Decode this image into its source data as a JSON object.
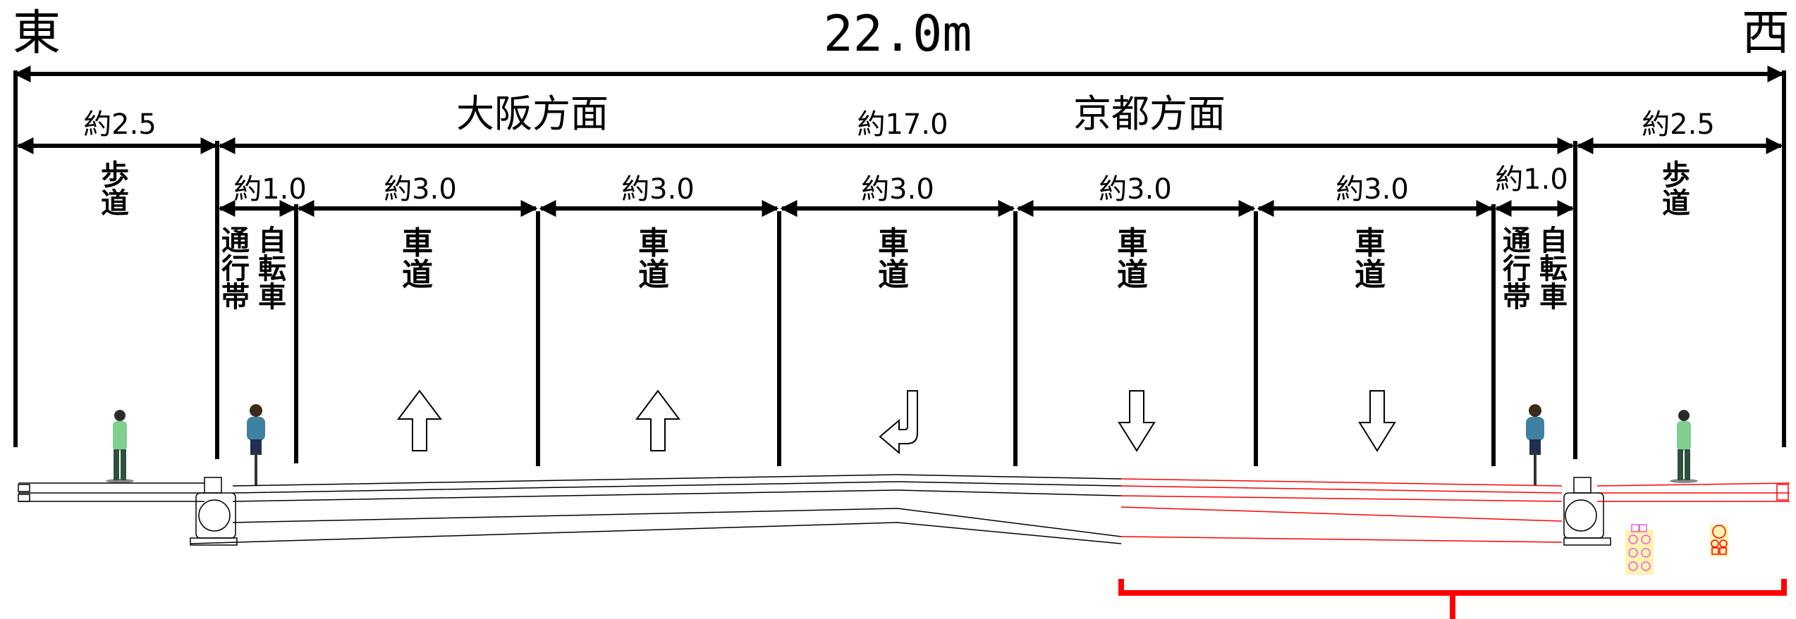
{
  "direction": {
    "east": "東",
    "west": "西",
    "osaka": "大阪方面",
    "kyoto": "京都方面"
  },
  "dimensions": {
    "total": "22.0m",
    "sidewalk_left": "約2.5",
    "carriageway": "約17.0",
    "sidewalk_right": "約2.5",
    "bike_left": "約1.0",
    "lane_1": "約3.0",
    "lane_2": "約3.0",
    "lane_3": "約3.0",
    "lane_4": "約3.0",
    "lane_5": "約3.0",
    "bike_right": "約1.0"
  },
  "labels": {
    "sidewalk": [
      "歩",
      "道"
    ],
    "roadway": [
      "車",
      "道"
    ],
    "bike_col_a": [
      "通",
      "行",
      "帯"
    ],
    "bike_col_b": [
      "自",
      "転",
      "車"
    ]
  },
  "colors": {
    "line": "#000000",
    "highlight": "#ff0000",
    "walker": "#7fcf8f",
    "cyclist": "#3f7f9f",
    "utility": "#e060e0",
    "utility_bg": "#fff3b0"
  }
}
